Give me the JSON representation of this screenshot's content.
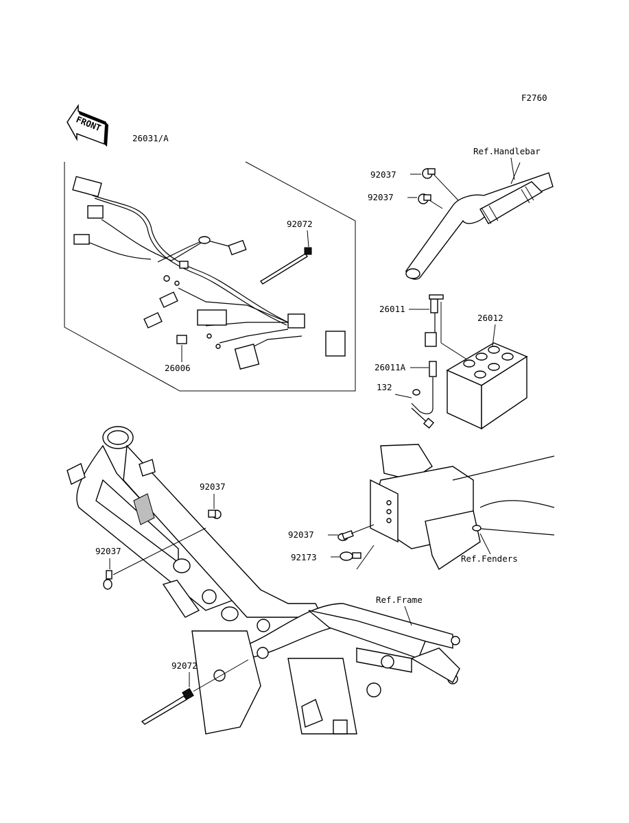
{
  "figure_code": "F2760",
  "front_label": "FRONT",
  "parts": {
    "main_harness": "26031/A",
    "clamp_92072_top": "92072",
    "part_26006": "26006",
    "clamp_92037_bar_1": "92037",
    "clamp_92037_bar_2": "92037",
    "part_26011": "26011",
    "part_26011A": "26011A",
    "part_26012": "26012",
    "part_132": "132",
    "clamp_92037_frame_top": "92037",
    "clamp_92037_frame_left": "92037",
    "clamp_92037_fender": "92037",
    "part_92173": "92173",
    "clamp_92072_bottom": "92072"
  },
  "references": {
    "handlebar": "Ref.Handlebar",
    "fenders": "Ref.Fenders",
    "frame": "Ref.Frame"
  },
  "copyright_line_1": "",
  "copyright_line_2": ""
}
